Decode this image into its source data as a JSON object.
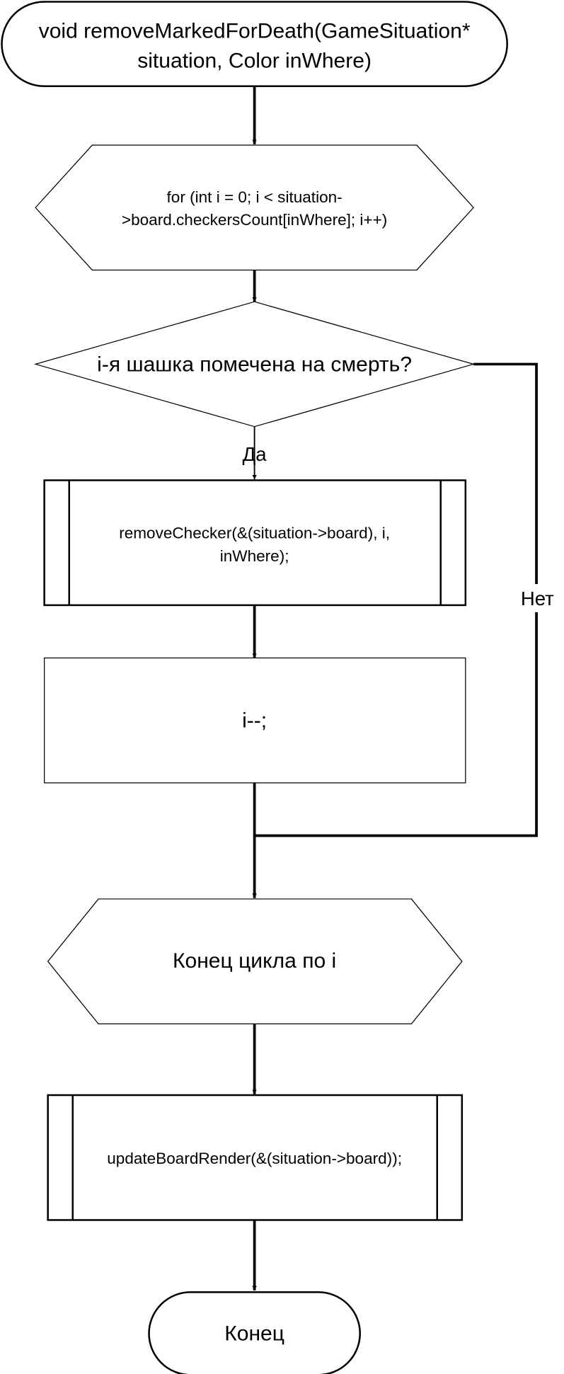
{
  "diagram": {
    "start_line1": "void removeMarkedForDeath(GameSituation*",
    "start_line2": "situation, Color inWhere)",
    "loop_start_line1": "for (int i = 0; i < situation-",
    "loop_start_line2": ">board.checkersCount[inWhere]; i++)",
    "decision": "i-я шашка помечена на смерть?",
    "yes_label": "Да",
    "no_label": "Нет",
    "call_remove_line1": "removeChecker(&(situation->board), i,",
    "call_remove_line2": "inWhere);",
    "process_decrement": "i--;",
    "loop_end": "Конец цикла по i",
    "call_update": "updateBoardRender(&(situation->board));",
    "end": "Конец"
  }
}
